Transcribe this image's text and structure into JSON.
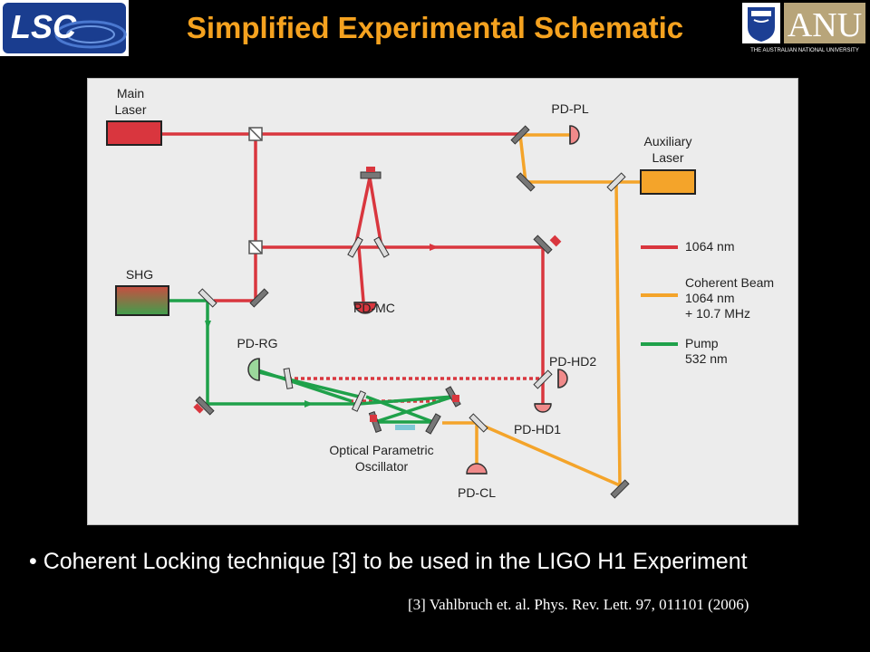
{
  "header": {
    "title": "Simplified Experimental Schematic",
    "lsc_logo_text": "LSC",
    "anu_logo_text": "ANU",
    "anu_subtitle": "THE AUSTRALIAN NATIONAL UNIVERSITY"
  },
  "diagram": {
    "main_laser": [
      "Main",
      "Laser"
    ],
    "aux_laser": [
      "Auxiliary",
      "Laser"
    ],
    "shg": "SHG",
    "pd_pl": "PD-PL",
    "pd_mc": "PD-MC",
    "pd_rg": "PD-RG",
    "pd_hd2": "PD-HD2",
    "pd_hd1": "PD-HD1",
    "pd_cl": "PD-CL",
    "opo": [
      "Optical Parametric",
      "Oscillator"
    ],
    "legend": {
      "red": "1064 nm",
      "orange": [
        "Coherent Beam",
        "1064 nm",
        "+ 10.7 MHz"
      ],
      "green": [
        "Pump",
        "532 nm"
      ]
    },
    "colors": {
      "red_beam": "#d9363e",
      "orange_beam": "#f4a42a",
      "green_beam": "#1fa14a",
      "background": "#ececec"
    }
  },
  "bullet": "• Coherent Locking technique [3] to be used in the LIGO H1 Experiment",
  "reference": "[3] Vahlbruch et. al. Phys. Rev. Lett. 97, 011101 (2006)"
}
